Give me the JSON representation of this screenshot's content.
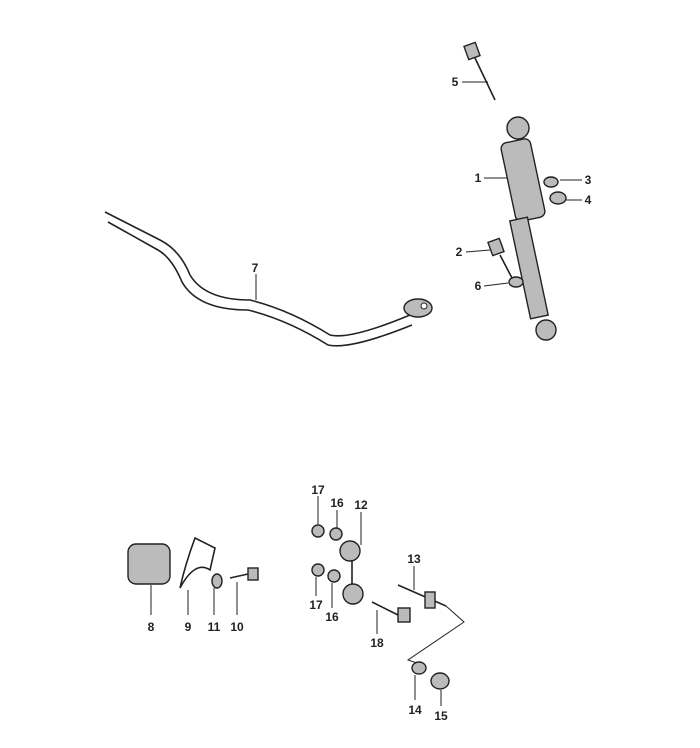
{
  "diagram": {
    "labels": {
      "p1": "1",
      "p2": "2",
      "p3": "3",
      "p4": "4",
      "p5": "5",
      "p6": "6",
      "p7": "7",
      "p8": "8",
      "p9": "9",
      "p10": "10",
      "p11": "11",
      "p12": "12",
      "p13": "13",
      "p14": "14",
      "p15": "15",
      "p16a": "16",
      "p16b": "16",
      "p17a": "17",
      "p17b": "17",
      "p18": "18"
    }
  }
}
